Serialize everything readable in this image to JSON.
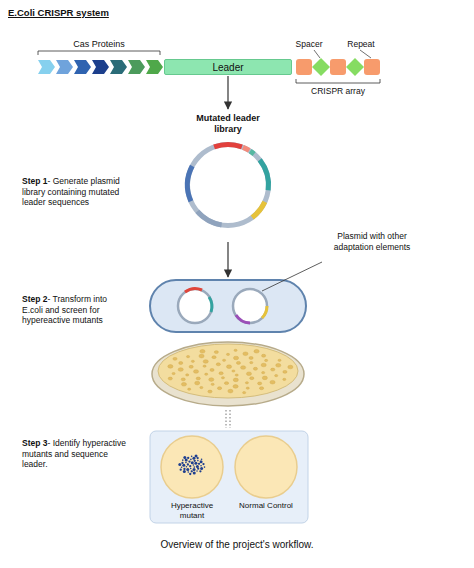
{
  "diagram": {
    "title": "E.Coli CRISPR system",
    "caption": "Overview of the project's workflow.",
    "nodes": [
      {
        "text": [
          "Leader"
        ]
      },
      {
        "text": [
          "Mutated leader library"
        ]
      },
      {
        "text": [
          "Hyperactive mutant"
        ]
      },
      {
        "text": [
          "Normal Control"
        ]
      }
    ],
    "edges": [
      {
        "from": 0,
        "to": 1,
        "arrow": "to"
      }
    ],
    "labels": [
      "Cas Proteins",
      "Spacer",
      "Repeat",
      "CRISPR array",
      "Step 1",
      "- Generate plasmid library containing mutated leader sequences",
      "Plasmid with other adaptation elements",
      "Step 2",
      "- Transform into E.coli and screen for hypereactive mutants",
      "Step 3",
      "- Identify hyperactive mutants and sequence leader."
    ]
  }
}
